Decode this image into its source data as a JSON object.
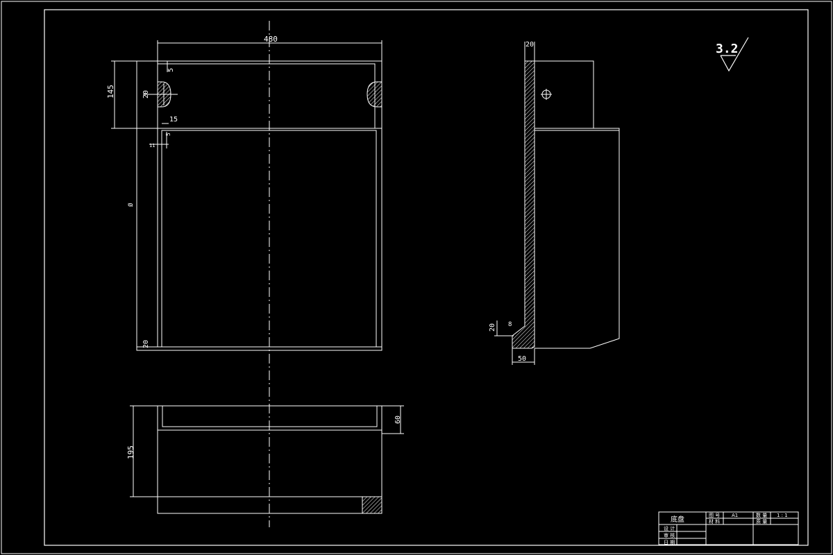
{
  "viewport": {
    "title": "",
    "background": "#000000"
  },
  "colors": {
    "line": "#ffffff",
    "hatch": "#ffffff",
    "centerline": "#ffffff"
  },
  "front_view": {
    "dims": {
      "width": "480",
      "top_height": "145",
      "hole_dia": "20",
      "inset_a": "5",
      "inset_b": "15",
      "inset_c": "5",
      "inset_d": "11",
      "side_label": "Ø",
      "bottom": "20"
    }
  },
  "bottom_view": {
    "dims": {
      "depth": "195",
      "lip": "60"
    }
  },
  "side_view": {
    "dims": {
      "thickness_top": "20",
      "thickness_side": "20",
      "base": "50",
      "fillet": "8"
    }
  },
  "roughness": {
    "value": "3.2"
  },
  "title_block": {
    "part_name": "底盘",
    "rows": [
      {
        "label": "设 计",
        "value": ""
      },
      {
        "label": "审 核",
        "value": ""
      },
      {
        "label": "日 期",
        "value": ""
      }
    ],
    "fields": {
      "drawing_no_label": "图 号",
      "drawing_no_value": "A1",
      "material_label": "材 料",
      "qty_label": "数 量",
      "qty_value": "1 : 1",
      "scale_label": "质 量"
    }
  }
}
